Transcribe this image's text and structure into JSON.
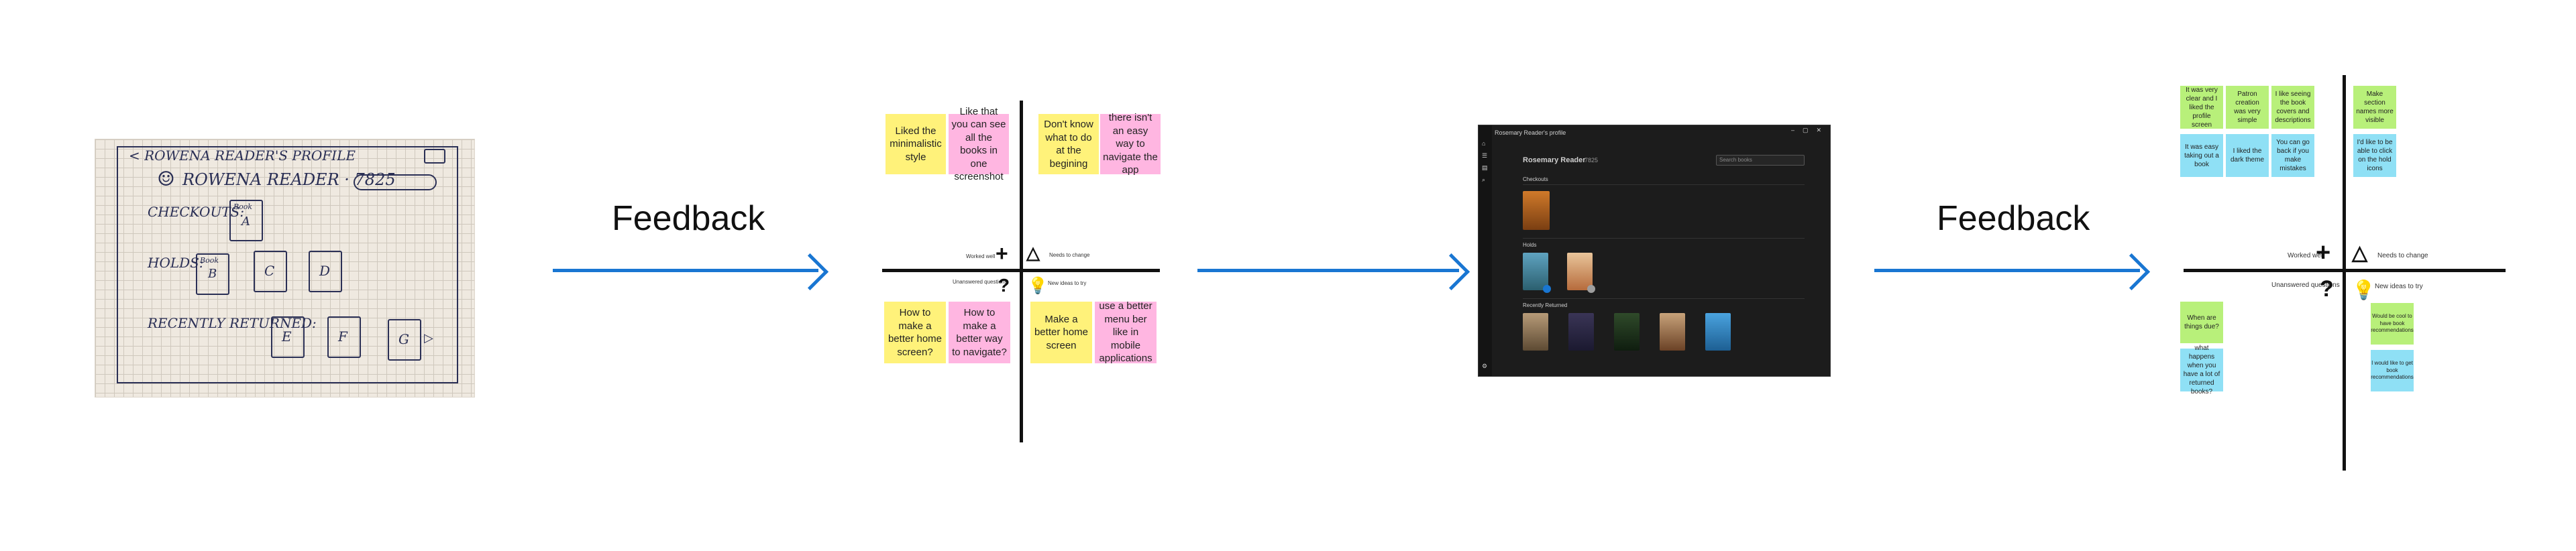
{
  "sketch": {
    "title": "< ROWENA READER'S PROFILE",
    "name_line": "ROWENA READER · 7825",
    "checkouts": "CHECKOUTS:",
    "holds": "HOLDS:",
    "recently_returned": "RECENTLY RETURNED:",
    "book_a": "A",
    "book_b": "B",
    "book_c": "C",
    "book_d": "D",
    "book_e": "E",
    "book_f": "F",
    "book_g": "G",
    "book_word": "Book"
  },
  "feedback_label_1": "Feedback",
  "feedback_label_2": "Feedback",
  "grid1": {
    "worked_well": "Worked well",
    "needs_change": "Needs to change",
    "unanswered": "Unanswered questions",
    "new_ideas": "New ideas to try",
    "notes_worked": [
      "Liked the minimalistic style",
      "Like that you can see all the books in one screenshot"
    ],
    "notes_change": [
      "Don't know what to do at the begining",
      "there isn't an easy way to navigate the app"
    ],
    "notes_questions": [
      "How to make a better home screen?",
      "How to make a better way to navigate?"
    ],
    "notes_ideas": [
      "Make a better home screen",
      "use a better menu ber like in mobile applications"
    ]
  },
  "app": {
    "window_title": "Rosemary Reader's profile",
    "user_name": "Rosemary Reader",
    "user_id": "7825",
    "search_placeholder": "Search books",
    "section_checkouts": "Checkouts",
    "section_holds": "Holds",
    "section_returned": "Recently Returned"
  },
  "grid2": {
    "worked_well": "Worked well",
    "needs_change": "Needs to change",
    "unanswered": "Unanswered questions",
    "new_ideas": "New ideas to try",
    "notes_worked": [
      "It was very clear and I liked the profile screen",
      "Patron creation was very simple",
      "I like seeing the book covers and descriptions",
      "It was easy taking out a book",
      "I liked the dark theme",
      "You can go back if you make mistakes"
    ],
    "notes_change": [
      "Make section names more visible",
      "I'd like to be able to click on the hold icons"
    ],
    "notes_questions": [
      "When are things due?",
      "what happens when you have a lot of returned books?"
    ],
    "notes_ideas": [
      "Would be cool to have book recommendations",
      "I would like to get book recommendations"
    ]
  },
  "colors": {
    "arrow": "#1976d2",
    "note_yellow": "#fff27a",
    "note_pink": "#ffb6e1",
    "note_green": "#b8f07a",
    "note_cyan": "#8fe0f5",
    "app_bg": "#1c1c1c"
  }
}
